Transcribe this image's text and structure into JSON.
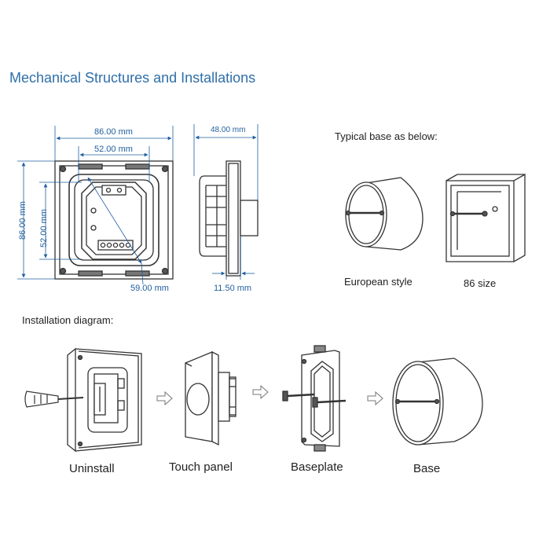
{
  "page": {
    "title": "Mechanical Structures and Installations",
    "typical_base_label": "Typical base as below:",
    "installation_diagram_label": "Installation diagram:"
  },
  "dimensions": {
    "front_width": "86.00 mm",
    "inner_width": "52.00 mm",
    "front_height": "86.00 mm",
    "inner_height": "52.00 mm",
    "diagonal": "59.00 mm",
    "depth": "48.00 mm",
    "panel_thickness": "11.50 mm"
  },
  "base_styles": {
    "european": "European style",
    "size86": "86 size"
  },
  "steps": {
    "uninstall": "Uninstall",
    "touch_panel": "Touch panel",
    "baseplate": "Baseplate",
    "base": "Base"
  },
  "colors": {
    "title": "#2f6fa8",
    "dimension": "#1f5f9e",
    "line": "#333333"
  }
}
